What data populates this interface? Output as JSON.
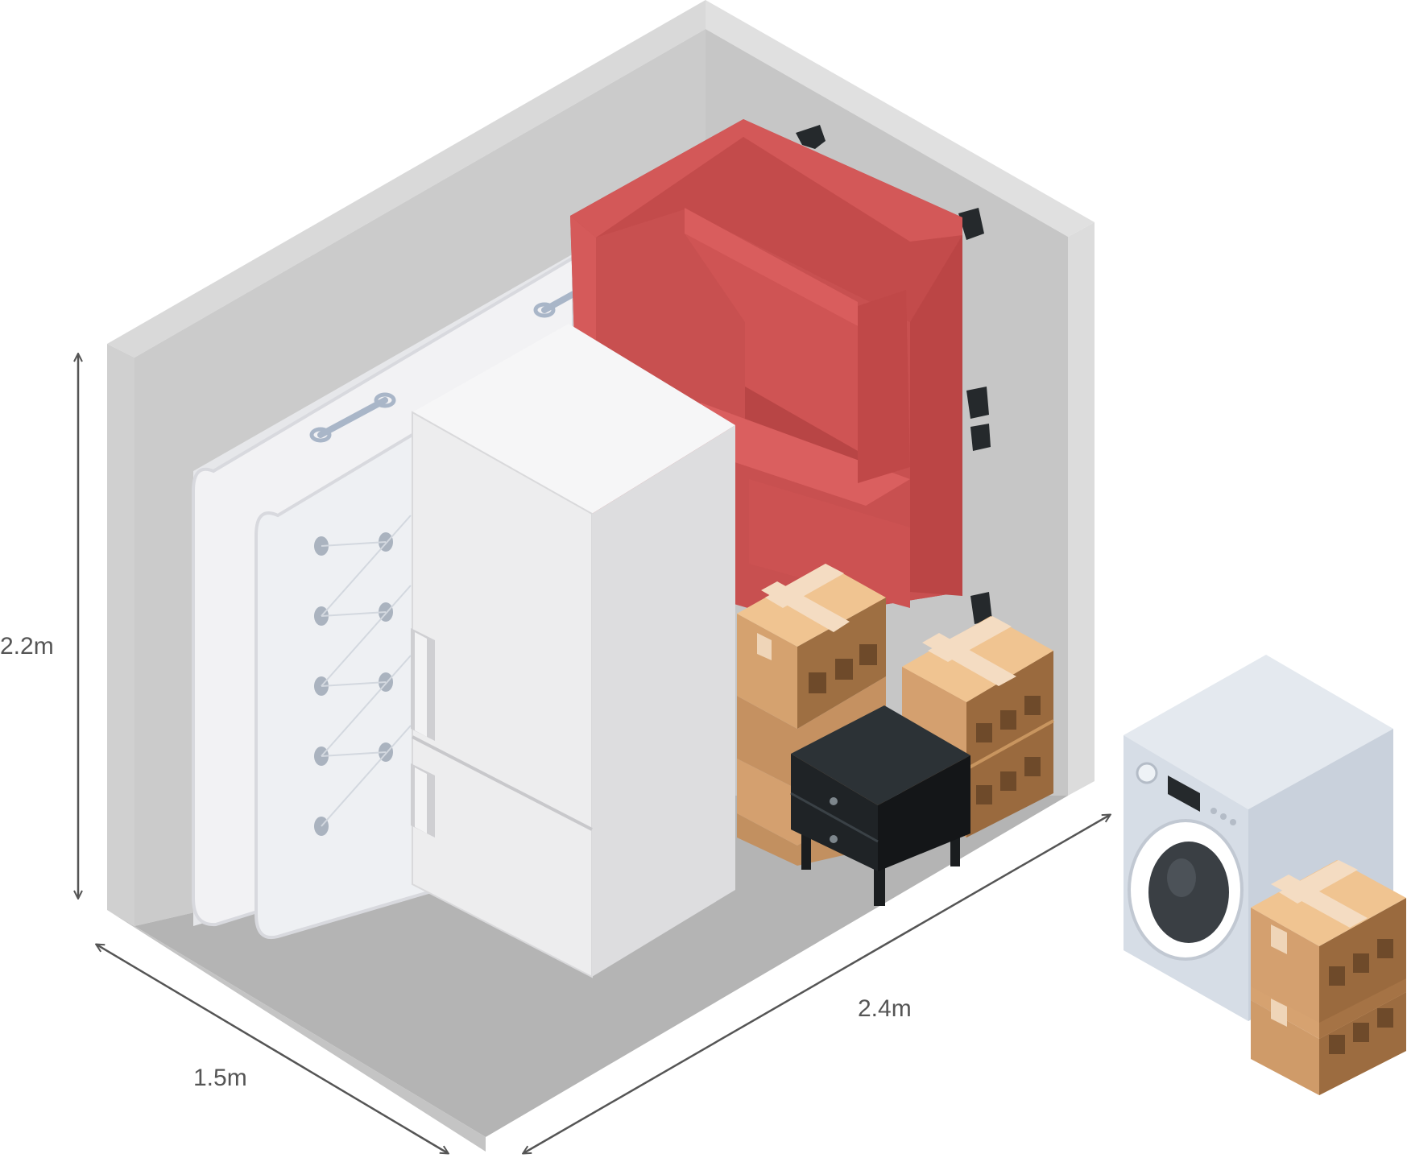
{
  "dimensions": {
    "height": "2.2m",
    "depth": "1.5m",
    "width": "2.4m"
  },
  "colors": {
    "wall_left": "#cbcbcb",
    "wall_back": "#c6c6c6",
    "wall_rim": "#d9d9d9",
    "floor": "#b4b4b4",
    "sofa": "#c94f4f",
    "box": "#d4a06f",
    "box_tape": "#f2dcc4",
    "fridge": "#eeeeee",
    "mattress": "#f2f2f3",
    "nightstand": "#25292c",
    "washer": "#d6dde6",
    "dimension_line": "#555555"
  },
  "items": [
    "mattress",
    "sofa",
    "fridge",
    "cardboard-box",
    "nightstand",
    "washing-machine"
  ]
}
